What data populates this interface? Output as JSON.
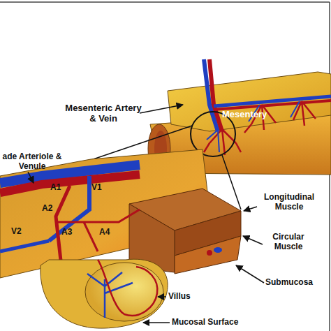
{
  "diagram": {
    "labels": [
      "Mesenteric Artery & Vein",
      "Mesentery",
      "ade Arteriole & Venule",
      "A1",
      "V1",
      "A2",
      "V2",
      "A3",
      "A4",
      "Longitudinal Muscle",
      "Circular Muscle",
      "Submucosa",
      "Villus",
      "Mucosal Surface"
    ]
  }
}
